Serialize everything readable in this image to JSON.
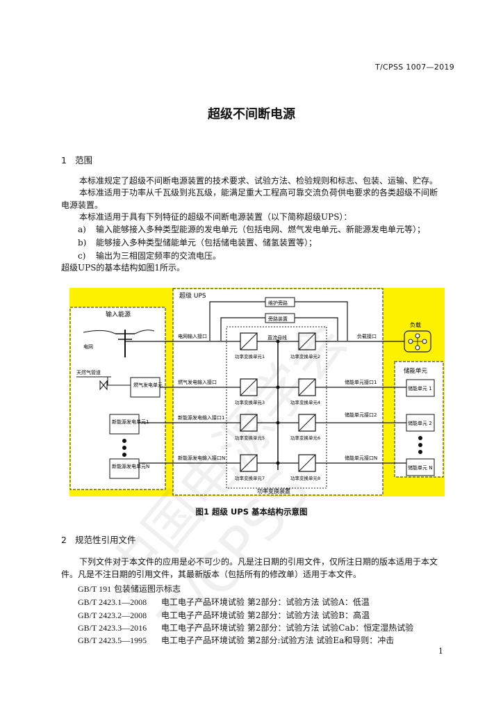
{
  "header": {
    "standard_code": "T/CPSS 1007—2019"
  },
  "title": "超级不间断电源",
  "section1": {
    "num": "1",
    "heading": "范围",
    "para1": "本标准规定了超级不间断电源装置的技术要求、试验方法、检验规则和标志、包装、运输、贮存。",
    "para2_line1": "本标准适用于功率从千瓦级到兆瓦级，能满足重大工程高可靠交流负荷供电要求的各类超级不间断",
    "para2_line2": "电源装置。",
    "para3": "本标准适用于具有下列特征的超级不间断电源装置（以下简称超级UPS）：",
    "items": [
      {
        "label": "a)",
        "text": "输入能够接入多种类型能源的发电单元（包括电网、燃气发电单元、新能源发电单元等）；"
      },
      {
        "label": "b)",
        "text": "能够接入多种类型储能单元（包括储电装置、储氢装置等）；"
      },
      {
        "label": "c)",
        "text": "输出为三相固定频率的交流电压。"
      }
    ],
    "para4": "超级UPS的基本结构如图1所示。"
  },
  "figure": {
    "caption": "图1   超级 UPS 基本结构示意图",
    "labels": {
      "input_energy": "输入能源",
      "grid": "电网",
      "gas_pipeline": "天然气管道",
      "gas_gen": "燃气发电单元",
      "renew1": "新能源发电单元1",
      "renewN": "新能源发电单元N",
      "super_ups": "超级 UPS",
      "maintenance_bypass": "维护旁路",
      "bypass_device": "旁路装置",
      "grid_input_port": "电网输入接口",
      "gas_input_port": "燃气发电输入接口",
      "renew_input_port1": "新能源发电输入接口1",
      "renew_input_portN": "新能源发电输入接口N",
      "dc_bus": "直流母线",
      "load_port": "负载接口",
      "storage_port1": "储能单元接口1",
      "storage_port2": "储能单元接口2",
      "storage_portN": "储能单元接口N",
      "load": "负载",
      "storage": "储能单元",
      "storage1": "储能单元 1",
      "storage2": "储能单元 2",
      "storageN": "储能单元 N",
      "conv1": "功率变换单元1",
      "conv2": "功率变换单元2",
      "conv3": "功率变换单元3",
      "conv4": "功率变换单元4",
      "conv5": "功率变换单元5",
      "conv6": "功率变换单元6",
      "conv7": "功率变换单元7",
      "conv8": "功率变换单元8",
      "conv_device": "功率变换装置"
    },
    "colors": {
      "yellow": "#fff200",
      "box": "#ffffff",
      "line": "#111111"
    }
  },
  "section2": {
    "num": "2",
    "heading": "规范性引用文件",
    "para1_line1": "下列文件对于本文件的应用是必不可少的。凡是注日期的引用文件，仅所注日期的版本适用于本文",
    "para1_line2": "件。凡是不注日期的引用文件，其最新版本（包括所有的修改单）适用于本文件。",
    "refs": [
      {
        "code": "GB/T 191",
        "title": "包装储运图示标志"
      },
      {
        "code": "GB/T 2423.1—2008",
        "title": "电工电子产品环境试验   第2部分：试验方法   试验A：低温"
      },
      {
        "code": "GB/T 2423.2—2008",
        "title": "电工电子产品环境试验   第2部分：试验方法   试验B：高温"
      },
      {
        "code": "GB/T 2423.3—2016",
        "title": "电工电子产品环境试验   第2部分：试验方法   试验Cab：恒定湿热试验"
      },
      {
        "code": "GB/T 2423.5—1995",
        "title": "电工电子产品环境试验   第2部分:试验方法   试验Ea和导则：冲击"
      }
    ]
  },
  "page_number": "1",
  "watermark_text": "中国电源学会 T/CPSS"
}
